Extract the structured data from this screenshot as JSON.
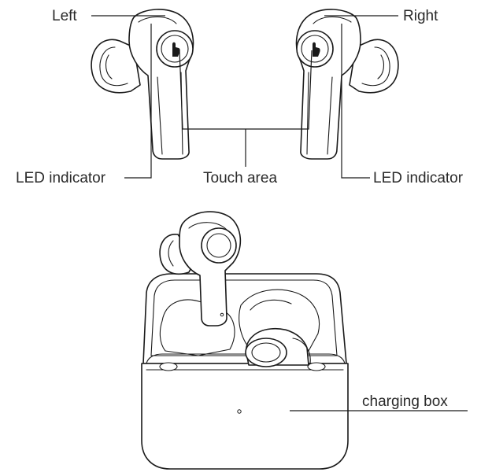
{
  "labels": {
    "left": "Left",
    "right": "Right",
    "led_left": "LED indicator",
    "led_right": "LED indicator",
    "touch_area": "Touch area",
    "charging_box": "charging box"
  }
}
